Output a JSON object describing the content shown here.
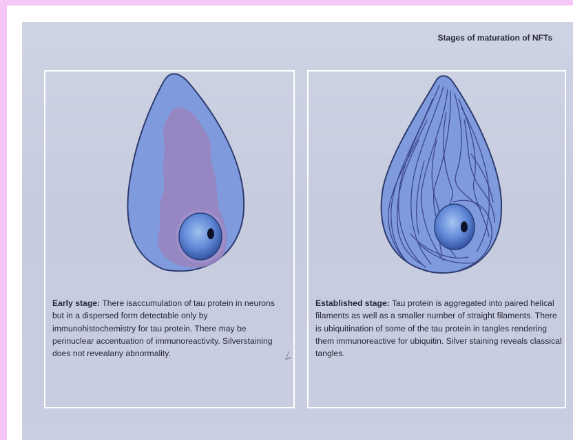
{
  "title": "Stages of maturation of NFTs",
  "panels": [
    {
      "heading": "Early stage:",
      "text": "There isaccumulation of tau protein in neurons but in a dispersed form detectable only by immunohistochemistry for tau protein. There may be perinuclear accentuation of immunoreactivity. Silverstaining does not revealany abnormality."
    },
    {
      "heading": "Established stage:",
      "text": "Tau protein is aggregated into paired helical filaments as well as a smaller number of straight filaments. There is ubiquitination of some of the tau protein in tangles rendering them immunoreactive for ubiquitin. Silver staining reveals classical tangles."
    }
  ],
  "pencil_mark": "∠",
  "colors": {
    "cell_fill": "#7f9bdd",
    "tau_stain": "#9a82bd",
    "nucleus": "#5f87d6",
    "filament": "#3d478d"
  }
}
